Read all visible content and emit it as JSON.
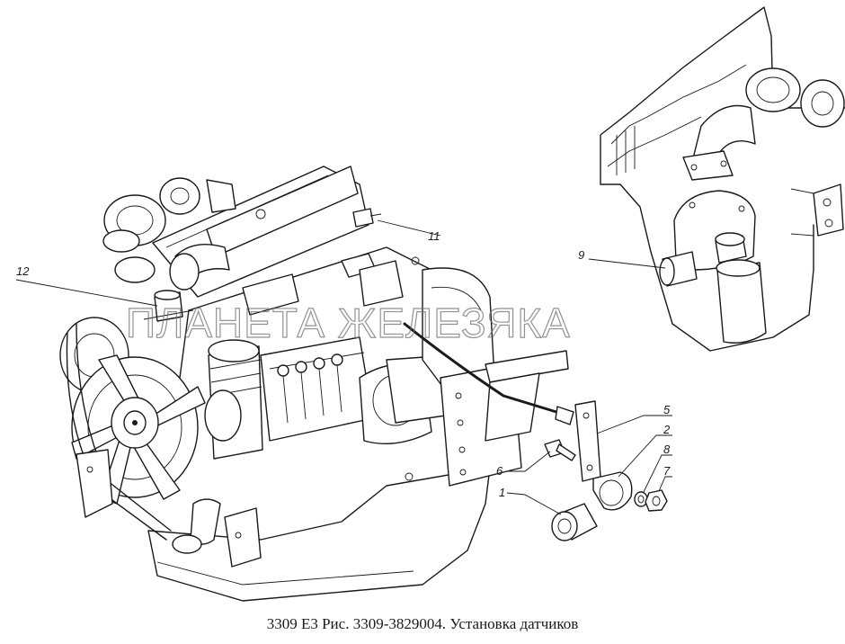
{
  "caption": "3309 Е3  Рис. 3309-3829004. Установка датчиков",
  "watermark": "ПЛАНЕТА ЖЕЛЕЗЯКА",
  "callouts": [
    {
      "id": "1",
      "label": "1"
    },
    {
      "id": "2",
      "label": "2"
    },
    {
      "id": "5",
      "label": "5"
    },
    {
      "id": "6",
      "label": "6"
    },
    {
      "id": "7",
      "label": "7"
    },
    {
      "id": "8",
      "label": "8"
    },
    {
      "id": "9",
      "label": "9"
    },
    {
      "id": "11",
      "label": "11"
    },
    {
      "id": "12",
      "label": "12"
    }
  ],
  "colors": {
    "line": "#1a1a1a",
    "watermark": "#6f6f6f",
    "background": "#ffffff"
  }
}
